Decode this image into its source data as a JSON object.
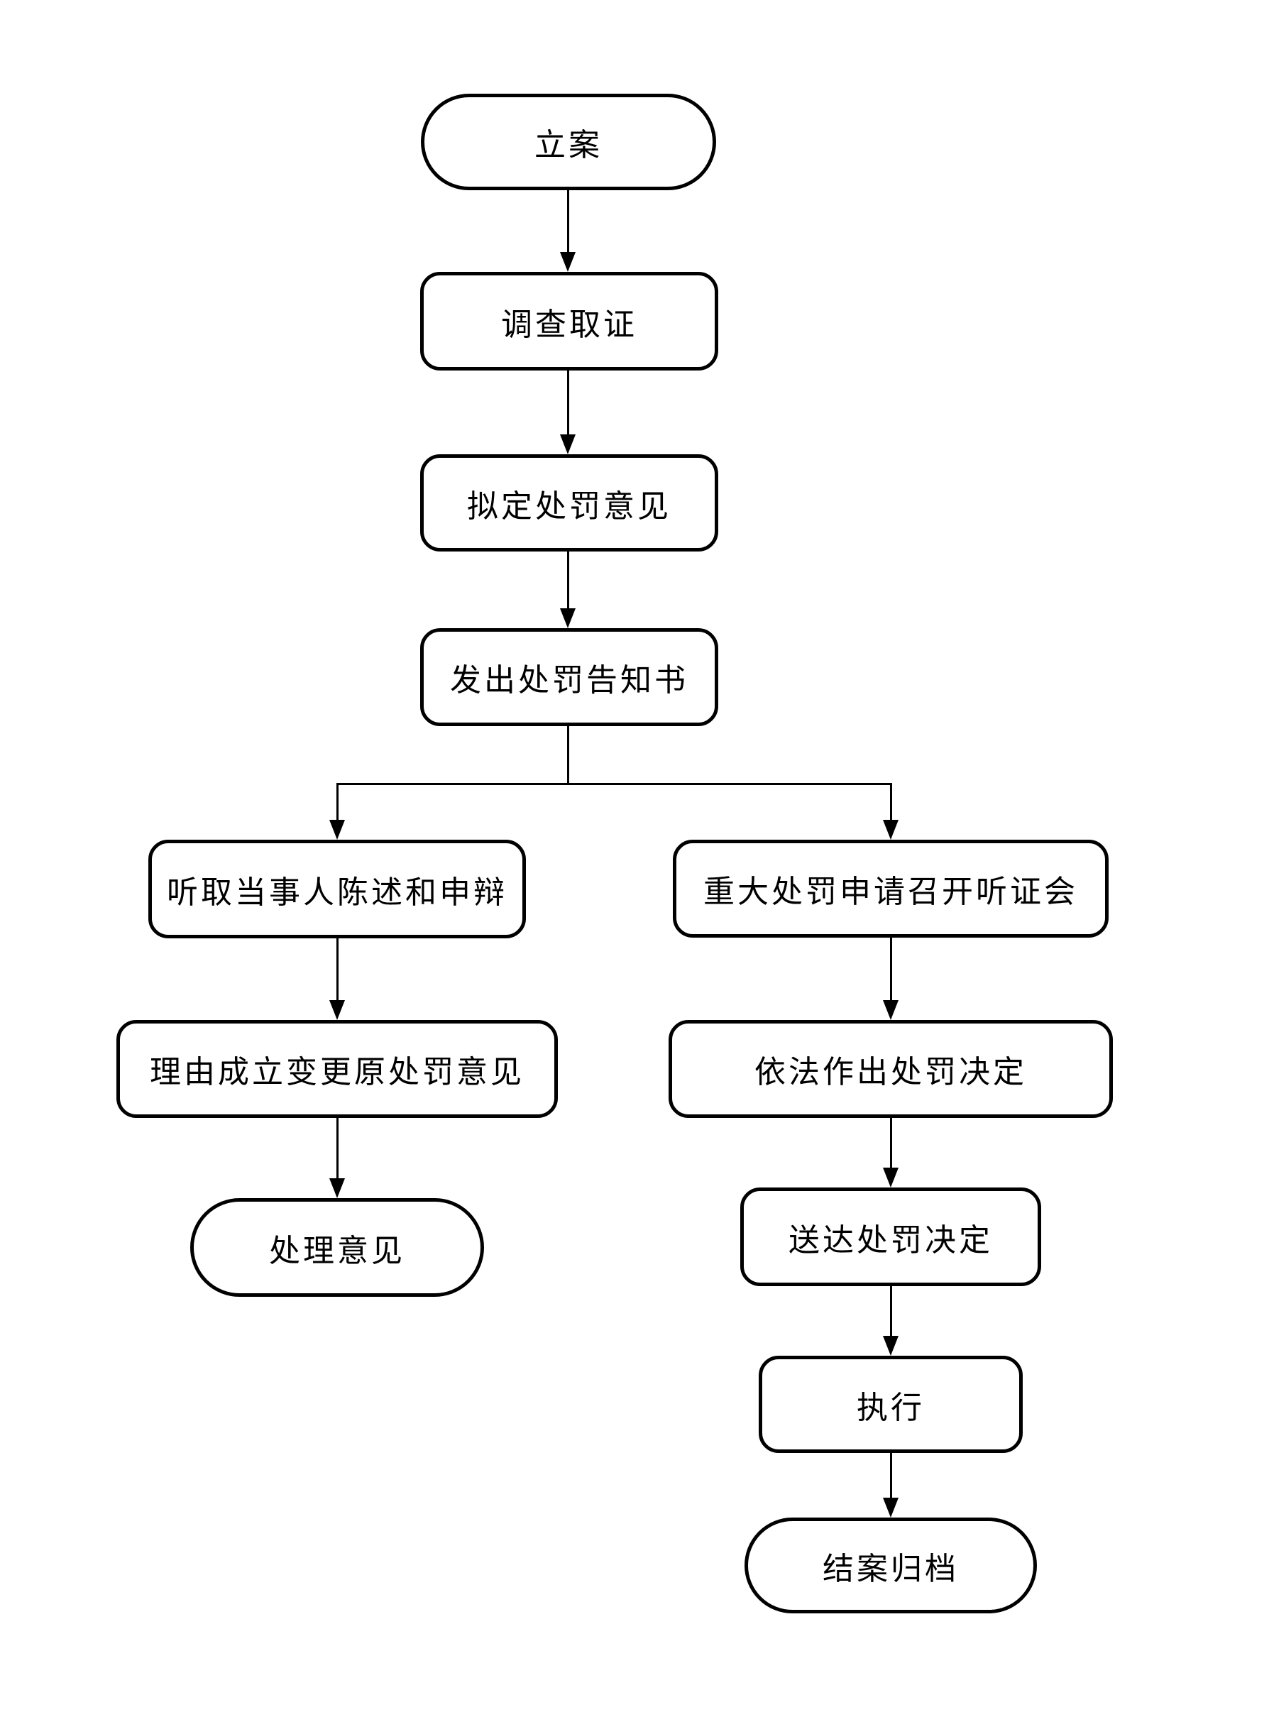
{
  "page": {
    "background_color": "#ffffff"
  },
  "flowchart": {
    "line_color": "#000000",
    "node_fill_color": "#ffffff",
    "nodes": {
      "start": {
        "label": "立案",
        "shape": "stadium"
      },
      "investigate": {
        "label": "调查取证",
        "shape": "rounded-rect"
      },
      "draft": {
        "label": "拟定处罚意见",
        "shape": "rounded-rect"
      },
      "notice": {
        "label": "发出处罚告知书",
        "shape": "rounded-rect"
      },
      "hear": {
        "label": "听取当事人陈述和申辩",
        "shape": "rounded-rect"
      },
      "hearing": {
        "label": "重大处罚申请召开听证会",
        "shape": "rounded-rect"
      },
      "change": {
        "label": "理由成立变更原处罚意见",
        "shape": "rounded-rect"
      },
      "opinion": {
        "label": "处理意见",
        "shape": "stadium"
      },
      "decision": {
        "label": "依法作出处罚决定",
        "shape": "rounded-rect"
      },
      "deliver": {
        "label": "送达处罚决定",
        "shape": "rounded-rect"
      },
      "execute": {
        "label": "执行",
        "shape": "rounded-rect"
      },
      "archive": {
        "label": "结案归档",
        "shape": "stadium"
      }
    },
    "edges": [
      {
        "from": "start",
        "to": "investigate"
      },
      {
        "from": "investigate",
        "to": "draft"
      },
      {
        "from": "draft",
        "to": "notice"
      },
      {
        "from": "notice",
        "to": "hear"
      },
      {
        "from": "notice",
        "to": "hearing"
      },
      {
        "from": "hear",
        "to": "change"
      },
      {
        "from": "change",
        "to": "opinion"
      },
      {
        "from": "hearing",
        "to": "decision"
      },
      {
        "from": "decision",
        "to": "deliver"
      },
      {
        "from": "deliver",
        "to": "execute"
      },
      {
        "from": "execute",
        "to": "archive"
      }
    ]
  }
}
